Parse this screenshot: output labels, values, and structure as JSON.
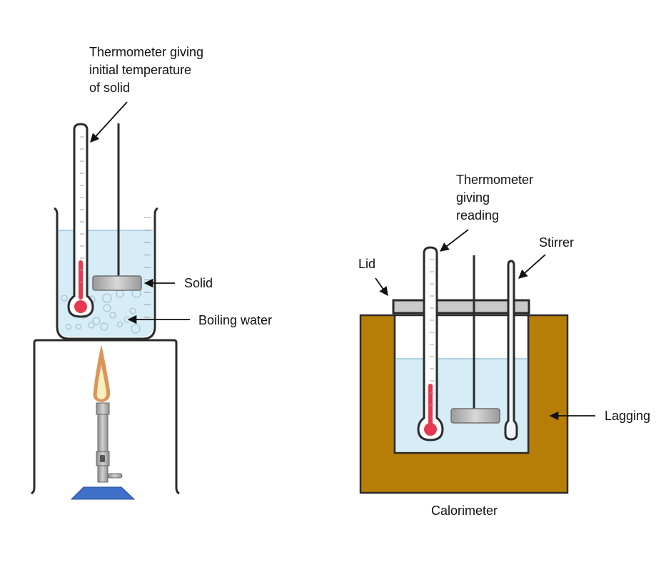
{
  "left_setup": {
    "thermometer_label_lines": [
      "Thermometer giving",
      "initial temperature",
      "of solid"
    ],
    "solid_label": "Solid",
    "boiling_water_label": "Boiling water"
  },
  "right_setup": {
    "thermometer_label_lines": [
      "Thermometer",
      "giving",
      "reading"
    ],
    "stirrer_label": "Stirrer",
    "lid_label": "Lid",
    "lagging_label": "Lagging",
    "caption": "Calorimeter"
  },
  "colors": {
    "water": "#d6ecf6",
    "mercury": "#e8384f",
    "lagging": "#b77e07",
    "lid": "#c9c9c9",
    "solid": "#a8a8a8",
    "burner_base": "#3f6fc9",
    "flame_outer": "#d9955a",
    "flame_inner": "#fbefc0",
    "outline": "#2b2b2b"
  }
}
